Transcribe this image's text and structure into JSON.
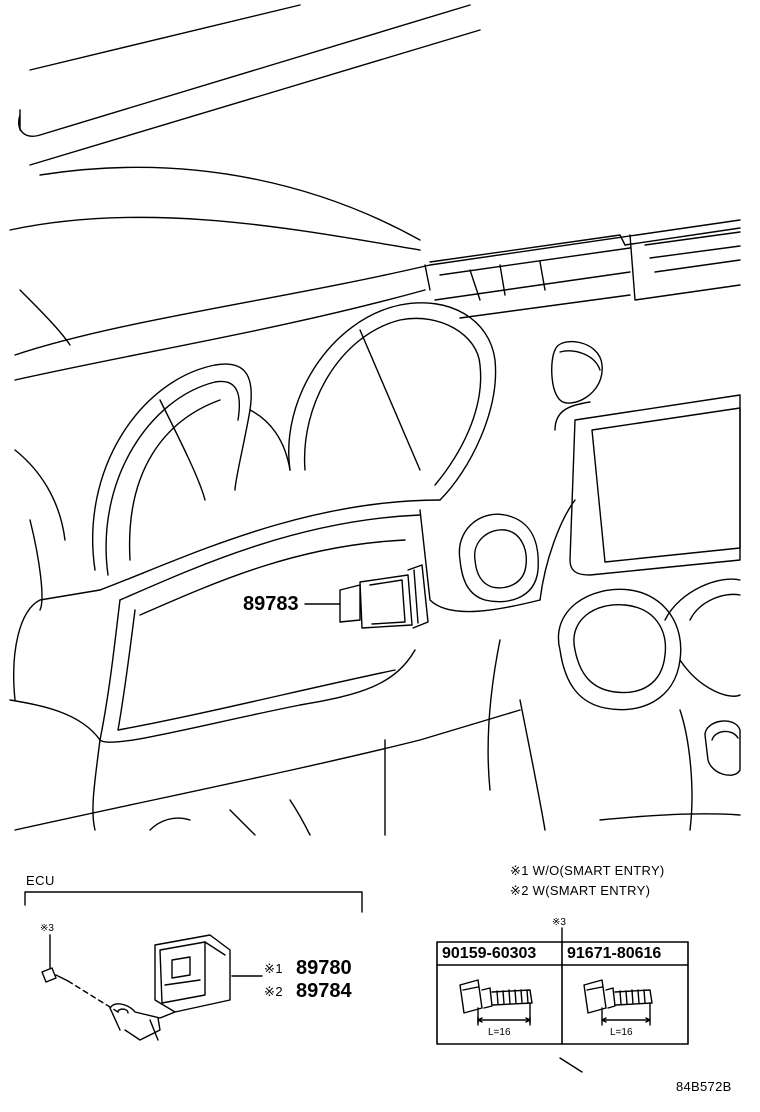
{
  "callouts": {
    "p89783": "89783",
    "p89780": "89780",
    "p89784": "89784",
    "mark1": "※1",
    "mark2": "※2",
    "mark3": "※3",
    "mark3_table": "※3"
  },
  "ecu": {
    "title": "ECU"
  },
  "notes": [
    {
      "text": "※1 W/O(SMART ENTRY)"
    },
    {
      "text": "※2 W(SMART ENTRY)"
    }
  ],
  "bolts": [
    {
      "part_no": "90159-60303",
      "length": "L=16"
    },
    {
      "part_no": "91671-80616",
      "length": "L=16"
    }
  ],
  "illustration_code": "84B572B"
}
